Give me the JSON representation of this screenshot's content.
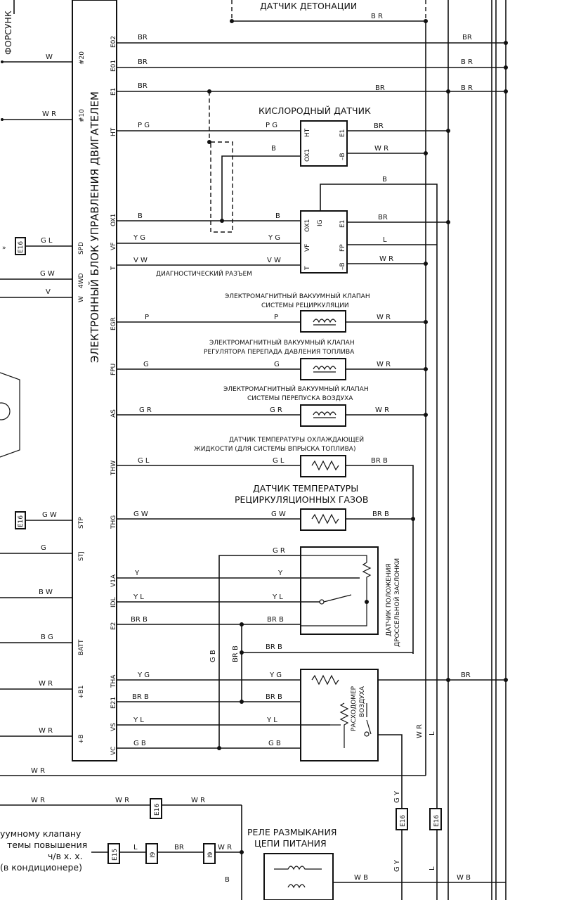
{
  "diagram": {
    "left": {
      "injector": "ФОРСУНК",
      "ecu_title": "ЭЛЕКТРОННЫЙ БЛОК УПРАВЛЕНИЯ ДВИГАТЕЛЕМ",
      "vacuum_note": [
        "уумному клапану",
        "темы повышения",
        "ч/в х. х.",
        "(в кондиционере)"
      ]
    },
    "terminals": [
      "E02",
      "E01",
      "E1",
      "HT",
      "OX1",
      "SPD",
      "VF",
      "T",
      "4WD",
      "W",
      "EGR",
      "FPU",
      "AS",
      "THW",
      "THG",
      "STP",
      "STJ",
      "V1A",
      "IDL",
      "E2",
      "BATT",
      "THA",
      "+B1",
      "E21",
      "VS",
      "+B",
      "VC"
    ],
    "connector_nums": [
      "#20",
      "#10"
    ],
    "wire_colors": {
      "W": "W",
      "WR": "W R",
      "BR": "BR",
      "B_R": "B R",
      "PG": "P G",
      "GL": "G L",
      "GW": "G W",
      "V": "V",
      "B": "B",
      "YG": "Y G",
      "VW": "V W",
      "P": "P",
      "G": "G",
      "GR": "G R",
      "BW": "B W",
      "Y": "Y",
      "YL": "Y L",
      "BRB": "BR B",
      "BG": "B G",
      "GB": "G B",
      "L": "L",
      "GY": "G Y",
      "WB": "W B",
      "BR_B": "BR B"
    },
    "components": {
      "knock": "ДАТЧИК ДЕТОНАЦИИ",
      "oxygen": "КИСЛОРОДНЫЙ ДАТЧИК",
      "diag": "ДИАГНОСТИЧЕСКИЙ РАЗЪЕМ",
      "egr_valve": [
        "ЭЛЕКТРОМАГНИТНЫЙ ВАКУУМНЫЙ КЛАПАН",
        "СИСТЕМЫ РЕЦИРКУЛЯЦИИ"
      ],
      "fpu_valve": [
        "ЭЛЕКТРОМАГНИТНЫЙ ВАКУУМНЫЙ КЛАПАН",
        "РЕГУЛЯТОРА ПЕРЕПАДА ДАВЛЕНИЯ ТОПЛИВА"
      ],
      "as_valve": [
        "ЭЛЕКТРОМАГНИТНЫЙ ВАКУУМНЫЙ КЛАПАН",
        "СИСТЕМЫ ПЕРЕПУСКА ВОЗДУХА"
      ],
      "thw_sensor": [
        "ДАТЧИК ТЕМПЕРАТУРЫ ОХЛАЖДАЮЩЕЙ",
        "ЖИДКОСТИ (ДЛЯ СИСТЕМЫ ВПРЫСКА ТОПЛИВА)"
      ],
      "thg_sensor": [
        "ДАТЧИК ТЕМПЕРАТУРЫ",
        "РЕЦИРКУЛЯЦИОННЫХ ГАЗОВ"
      ],
      "throttle": [
        "ДАТЧИК ПОЛОЖЕНИЯ",
        "ДРОССЕЛЬНОЙ ЗАСЛОНКИ"
      ],
      "airflow": [
        "РАСХОДОМЕР",
        "ВОЗДУХА"
      ],
      "relay": [
        "РЕЛЕ РАЗМЫКАНИЯ",
        "ЦЕПИ ПИТАНИЯ"
      ]
    },
    "pins": {
      "ox_ht": "HT",
      "ox_e1": "E1",
      "ox_ox1": "OX1",
      "ox_mb": "–B",
      "dg_ox1": "OX1",
      "dg_ig": "IG",
      "dg_vf": "VF",
      "dg_fp": "FP",
      "dg_t": "T",
      "dg_mb": "–B",
      "dg_e1": "E1"
    },
    "connectors": [
      "E16",
      "E15",
      "I9",
      "I9"
    ]
  }
}
